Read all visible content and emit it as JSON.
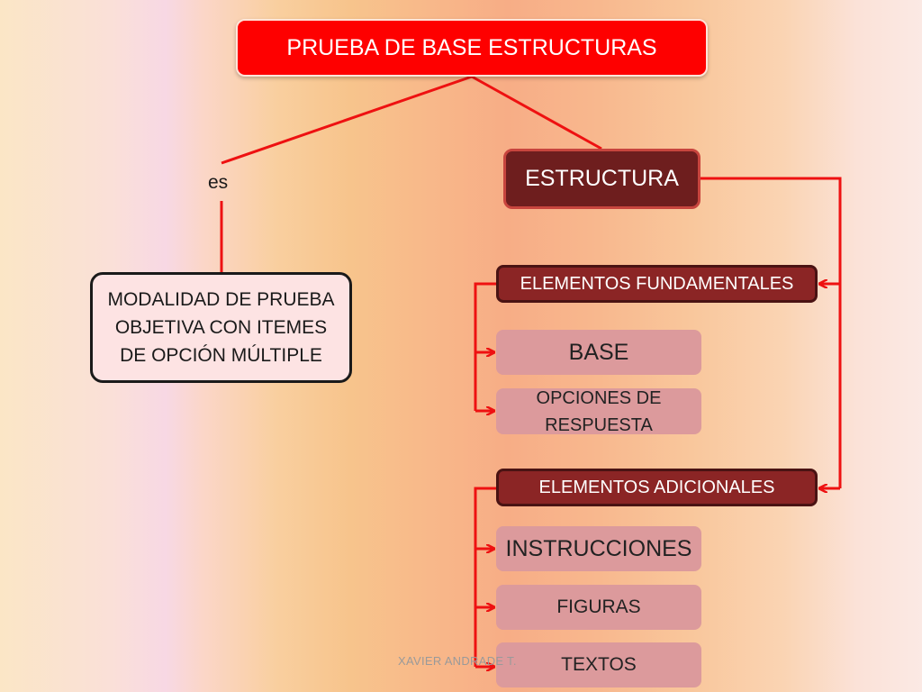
{
  "diagram": {
    "title": "PRUEBA DE BASE ESTRUCTURAS",
    "connector_label": "es",
    "definition": "MODALIDAD DE PRUEBA OBJETIVA CON ITEMES DE OPCIÓN MÚLTIPLE",
    "structure": "ESTRUCTURA",
    "fundamental": {
      "label": "ELEMENTOS FUNDAMENTALES",
      "items": [
        "BASE",
        "OPCIONES DE RESPUESTA"
      ]
    },
    "additional": {
      "label": "ELEMENTOS  ADICIONALES",
      "items": [
        "INSTRUCCIONES",
        "FIGURAS",
        "TEXTOS"
      ]
    },
    "author": "XAVIER ANDRADE T."
  },
  "colors": {
    "line": "#ee1111",
    "title_bg": "#fe0000",
    "structure_bg": "#6e1e1e",
    "header_bg": "#8b2525",
    "item_bg": "#dc9a9c",
    "definition_bg": "#fde3e3"
  }
}
